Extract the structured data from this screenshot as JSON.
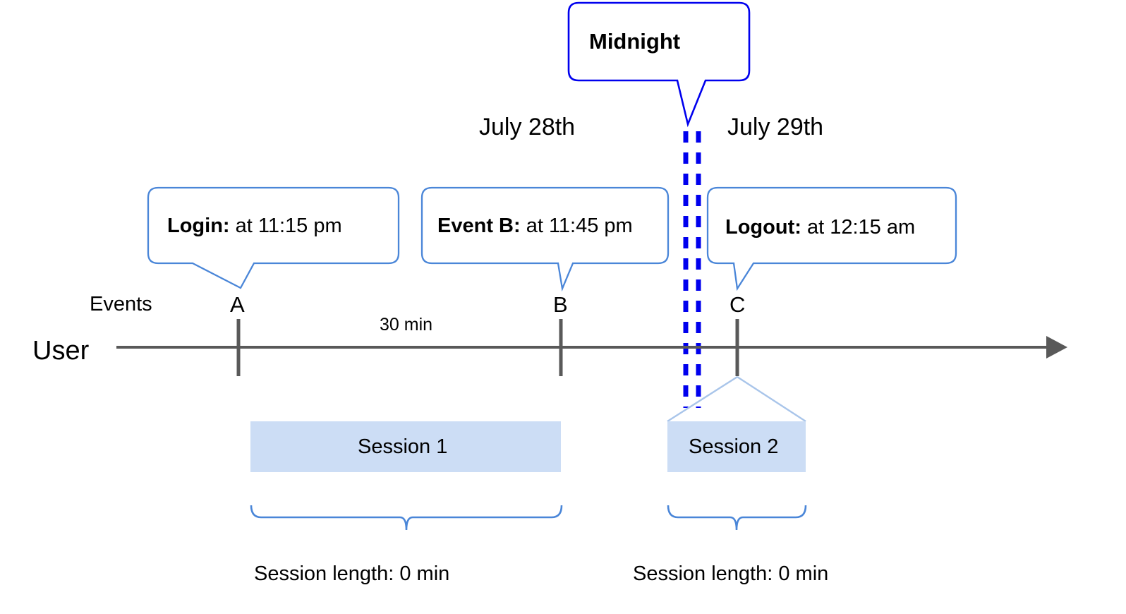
{
  "diagram": {
    "title_note": "User session timeline across midnight",
    "colors": {
      "callout_border": "#4a86d8",
      "midnight_border": "#0000ee",
      "midnight_dashes": "#0000ee",
      "timeline": "#595959",
      "tick": "#595959",
      "session_fill": "#ccddf5",
      "session_roof": "#a9c5ea",
      "brace": "#4a86d8",
      "text": "#000000"
    },
    "axis": {
      "row_label_events": "Events",
      "row_label_user": "User"
    },
    "dates": [
      {
        "label": "July 28th"
      },
      {
        "label": "July 29th"
      }
    ],
    "midnight": {
      "label": "Midnight"
    },
    "events": [
      {
        "marker": "A",
        "callout_bold": "Login:",
        "callout_rest": " at 11:15 pm"
      },
      {
        "marker": "B",
        "callout_bold": "Event B:",
        "callout_rest": " at 11:45 pm"
      },
      {
        "marker": "C",
        "callout_bold": "Logout:",
        "callout_rest": " at 12:15 am"
      }
    ],
    "durations": [
      {
        "label": "30 min"
      }
    ],
    "sessions": [
      {
        "label": "Session 1",
        "length_label": "Session length: 0 min"
      },
      {
        "label": "Session 2",
        "length_label": "Session length: 0 min"
      }
    ]
  }
}
